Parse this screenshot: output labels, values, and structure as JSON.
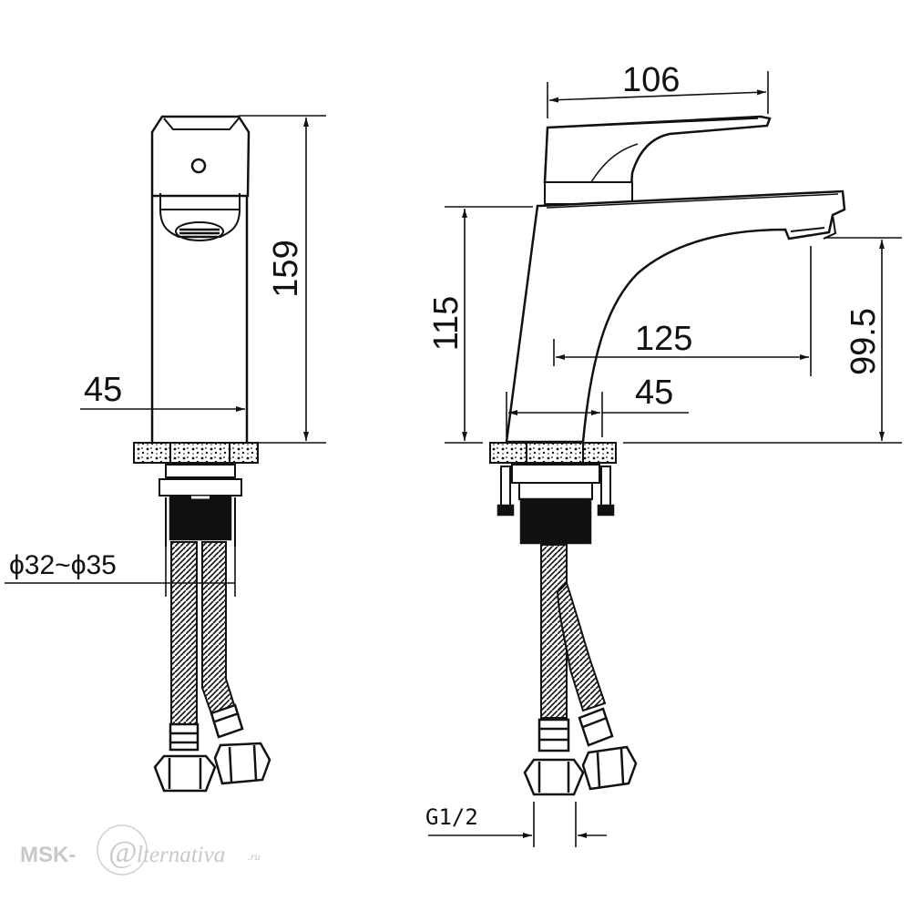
{
  "dimensions": {
    "front_width": "45",
    "front_height": "159",
    "hole_diameter": "ϕ32~ϕ35",
    "side_lever_length": "106",
    "side_body_height": "115",
    "side_reach": "125",
    "side_base_width": "45",
    "side_spout_height": "99.5",
    "thread_size": "G1/2"
  },
  "watermark": {
    "prefix": "MSK-",
    "mark": "@",
    "suffix": "lternativa",
    "domain": ".ru"
  }
}
